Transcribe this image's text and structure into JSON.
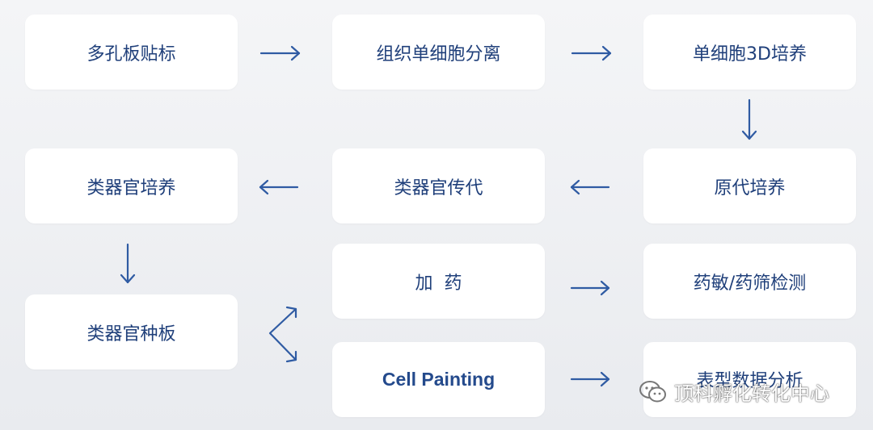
{
  "nodes": {
    "n1": "多孔板贴标",
    "n2": "组织单细胞分离",
    "n3": "单细胞3D培养",
    "n4": "原代培养",
    "n5": "类器官传代",
    "n6": "类器官培养",
    "n7": "类器官种板",
    "n8": "加  药",
    "n9": "药敏/药筛检测",
    "n10": "Cell Painting",
    "n11": "表型数据分析"
  },
  "watermark": {
    "text": "顶科孵化转化中心",
    "icon": "wechat-icon"
  },
  "colors": {
    "arrow": "#2f5ba3",
    "text": "#1f3f7a",
    "box": "#ffffff"
  }
}
